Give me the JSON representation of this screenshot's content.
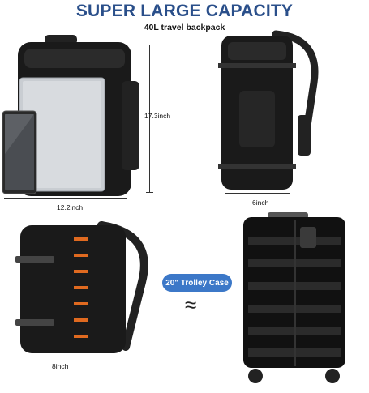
{
  "header": {
    "title": "SUPER LARGE CAPACITY",
    "subtitle": "40L travel backpack"
  },
  "dimensions": {
    "height": "17.3inch",
    "width": "12.2inch",
    "depth_top": "6inch",
    "depth_bottom": "8inch"
  },
  "comparison": {
    "badge": "20\" Trolley Case",
    "approx_symbol": "≈"
  },
  "colors": {
    "title": "#2a4f8a",
    "badge": "#3c78c8",
    "bag": "#1a1a1a",
    "strap_accent": "#e06a20"
  }
}
